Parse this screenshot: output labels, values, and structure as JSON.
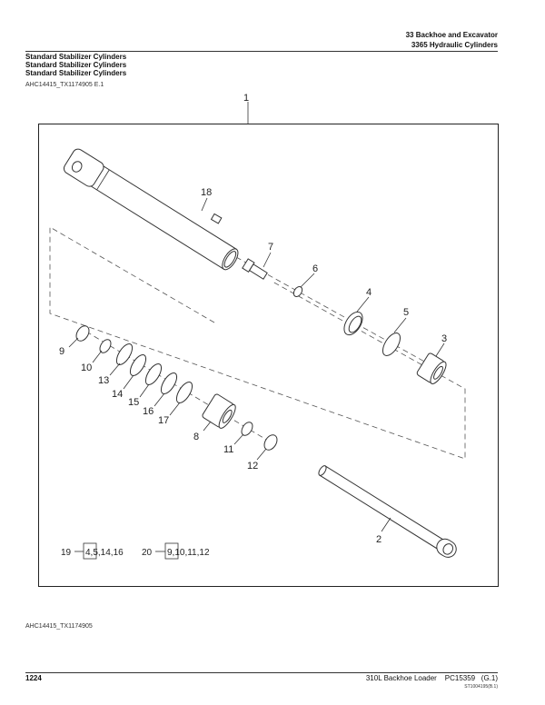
{
  "header": {
    "section": "33 Backhoe and Excavator",
    "group": "3365 Hydraulic Cylinders"
  },
  "titles": [
    "Standard Stabilizer Cylinders",
    "Standard Stabilizer Cylinders",
    "Standard Stabilizer Cylinders"
  ],
  "figure_ref_top": "AHC14415_TX1174905 E.1",
  "figure_ref_bottom": "AHC14415_TX1174905",
  "callouts": {
    "c1": "1",
    "c2": "2",
    "c3": "3",
    "c4": "4",
    "c5": "5",
    "c6": "6",
    "c7": "7",
    "c8": "8",
    "c9": "9",
    "c10": "10",
    "c11": "11",
    "c12": "12",
    "c13": "13",
    "c14": "14",
    "c15": "15",
    "c16": "16",
    "c17": "17",
    "c18": "18"
  },
  "kits": [
    {
      "number": "19",
      "items": "4,5,14,16"
    },
    {
      "number": "20",
      "items": "9,10,11,12"
    }
  ],
  "footer": {
    "page_number": "1224",
    "machine": "310L Backhoe Loader",
    "catalog": "PC15359   (G.1)",
    "code": "ST1004195(B.1)"
  }
}
